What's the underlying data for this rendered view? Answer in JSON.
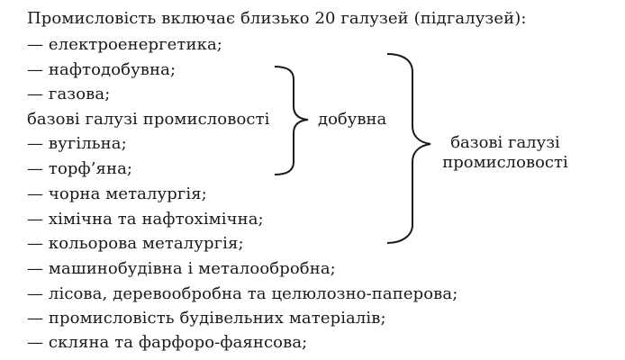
{
  "document": {
    "heading": "Промисловість включає близько 20 галузей (підгалузей):",
    "items": [
      "— електроенергетика;",
      "— нафтодобувна;",
      "— газова;",
      "базові галузі промисловості",
      "— вугільна;",
      "— торф’яна;",
      "— чорна металургія;",
      "— хімічна та нафтохімічна;",
      "— кольорова металургія;",
      "— машинобудівна і металообробна;",
      "— лісова, деревообробна та целюлозно-паперова;",
      "— промисловість будівельних матеріалів;",
      "— скляна та фарфоро-фаянсова;"
    ],
    "brace_small_label": "добувна",
    "brace_large_label_line1": "базові галузі",
    "brace_large_label_line2": "промисловості"
  }
}
